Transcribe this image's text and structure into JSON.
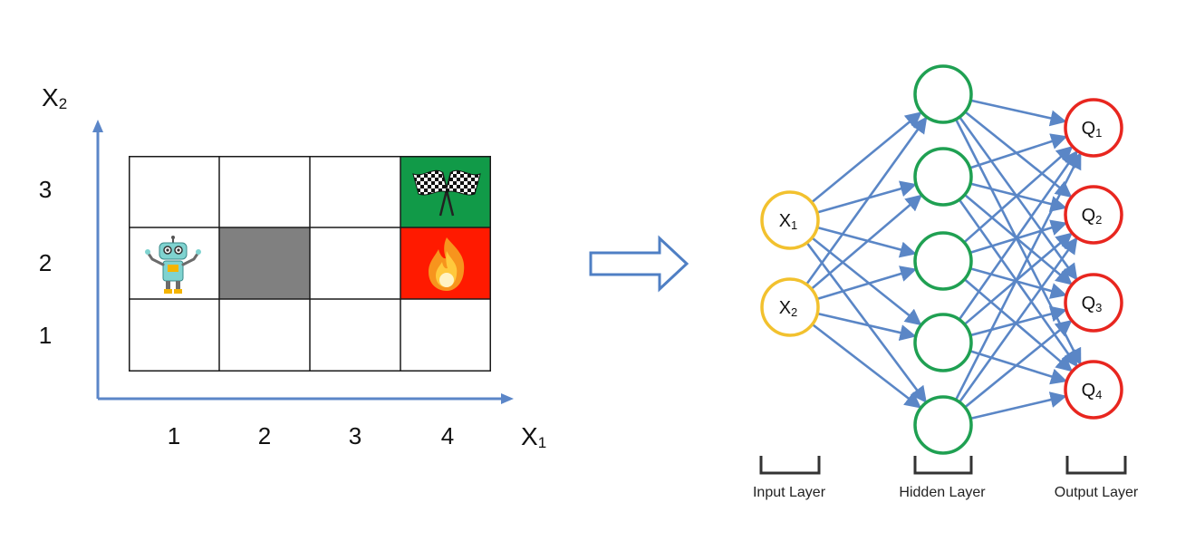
{
  "colors": {
    "axis": "#5b86c8",
    "grid_border": "#1a1a1a",
    "wall": "#808080",
    "goal": "#119a48",
    "hazard": "#ff1a00",
    "arrow": "#4f7fc4",
    "edge": "#5a86c6",
    "input_node": "#f2c12e",
    "hidden_node": "#1fa052",
    "output_node": "#e8261f"
  },
  "grid": {
    "x_axis_label": "X",
    "x_axis_sub": "1",
    "y_axis_label": "X",
    "y_axis_sub": "2",
    "x_ticks": [
      "1",
      "2",
      "3",
      "4"
    ],
    "y_ticks": [
      "3",
      "2",
      "1"
    ],
    "cells": {
      "robot": {
        "col": 1,
        "row": 2,
        "icon": "robot-icon"
      },
      "wall": {
        "col": 2,
        "row": 2
      },
      "goal": {
        "col": 4,
        "row": 3,
        "icon": "checkered-flags-icon"
      },
      "hazard": {
        "col": 4,
        "row": 2,
        "icon": "fire-icon"
      }
    }
  },
  "network": {
    "input_nodes": [
      {
        "label": "X",
        "sub": "1"
      },
      {
        "label": "X",
        "sub": "2"
      }
    ],
    "hidden_count": 5,
    "output_nodes": [
      {
        "label": "Q",
        "sub": "1"
      },
      {
        "label": "Q",
        "sub": "2"
      },
      {
        "label": "Q",
        "sub": "3"
      },
      {
        "label": "Q",
        "sub": "4"
      }
    ],
    "layer_labels": {
      "input": "Input Layer",
      "hidden": "Hidden Layer",
      "output": "Output Layer"
    }
  }
}
